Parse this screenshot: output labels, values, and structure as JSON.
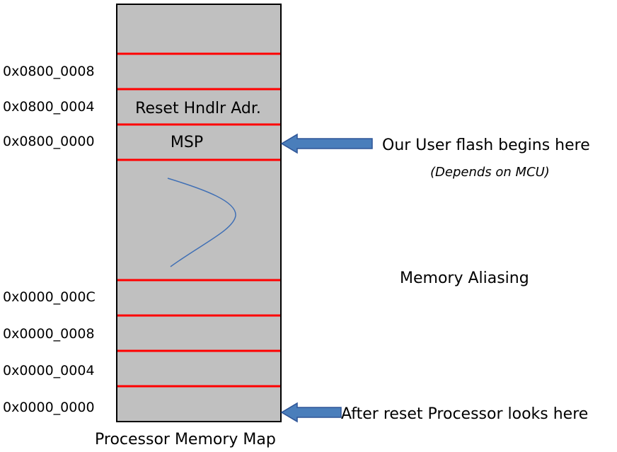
{
  "memory_map": {
    "caption": "Processor Memory Map",
    "address_labels": [
      "0x0800_0008",
      "0x0800_0004",
      "0x0800_0000",
      "0x0000_000C",
      "0x0000_0008",
      "0x0000_0004",
      "0x0000_0000"
    ],
    "cell_labels": {
      "reset_handler": "Reset Hndlr Adr.",
      "msp": "MSP"
    }
  },
  "annotations": {
    "flash_begin": "Our User flash begins here",
    "flash_note": "(Depends on MCU)",
    "aliasing": "Memory Aliasing",
    "reset_look": "After reset Processor looks here"
  },
  "colors": {
    "block_fill": "#c0c0c0",
    "divider": "#ff0000",
    "arrow_fill": "#4a7ebb",
    "arrow_stroke": "#2f5597",
    "curve": "#3f6fb5"
  }
}
